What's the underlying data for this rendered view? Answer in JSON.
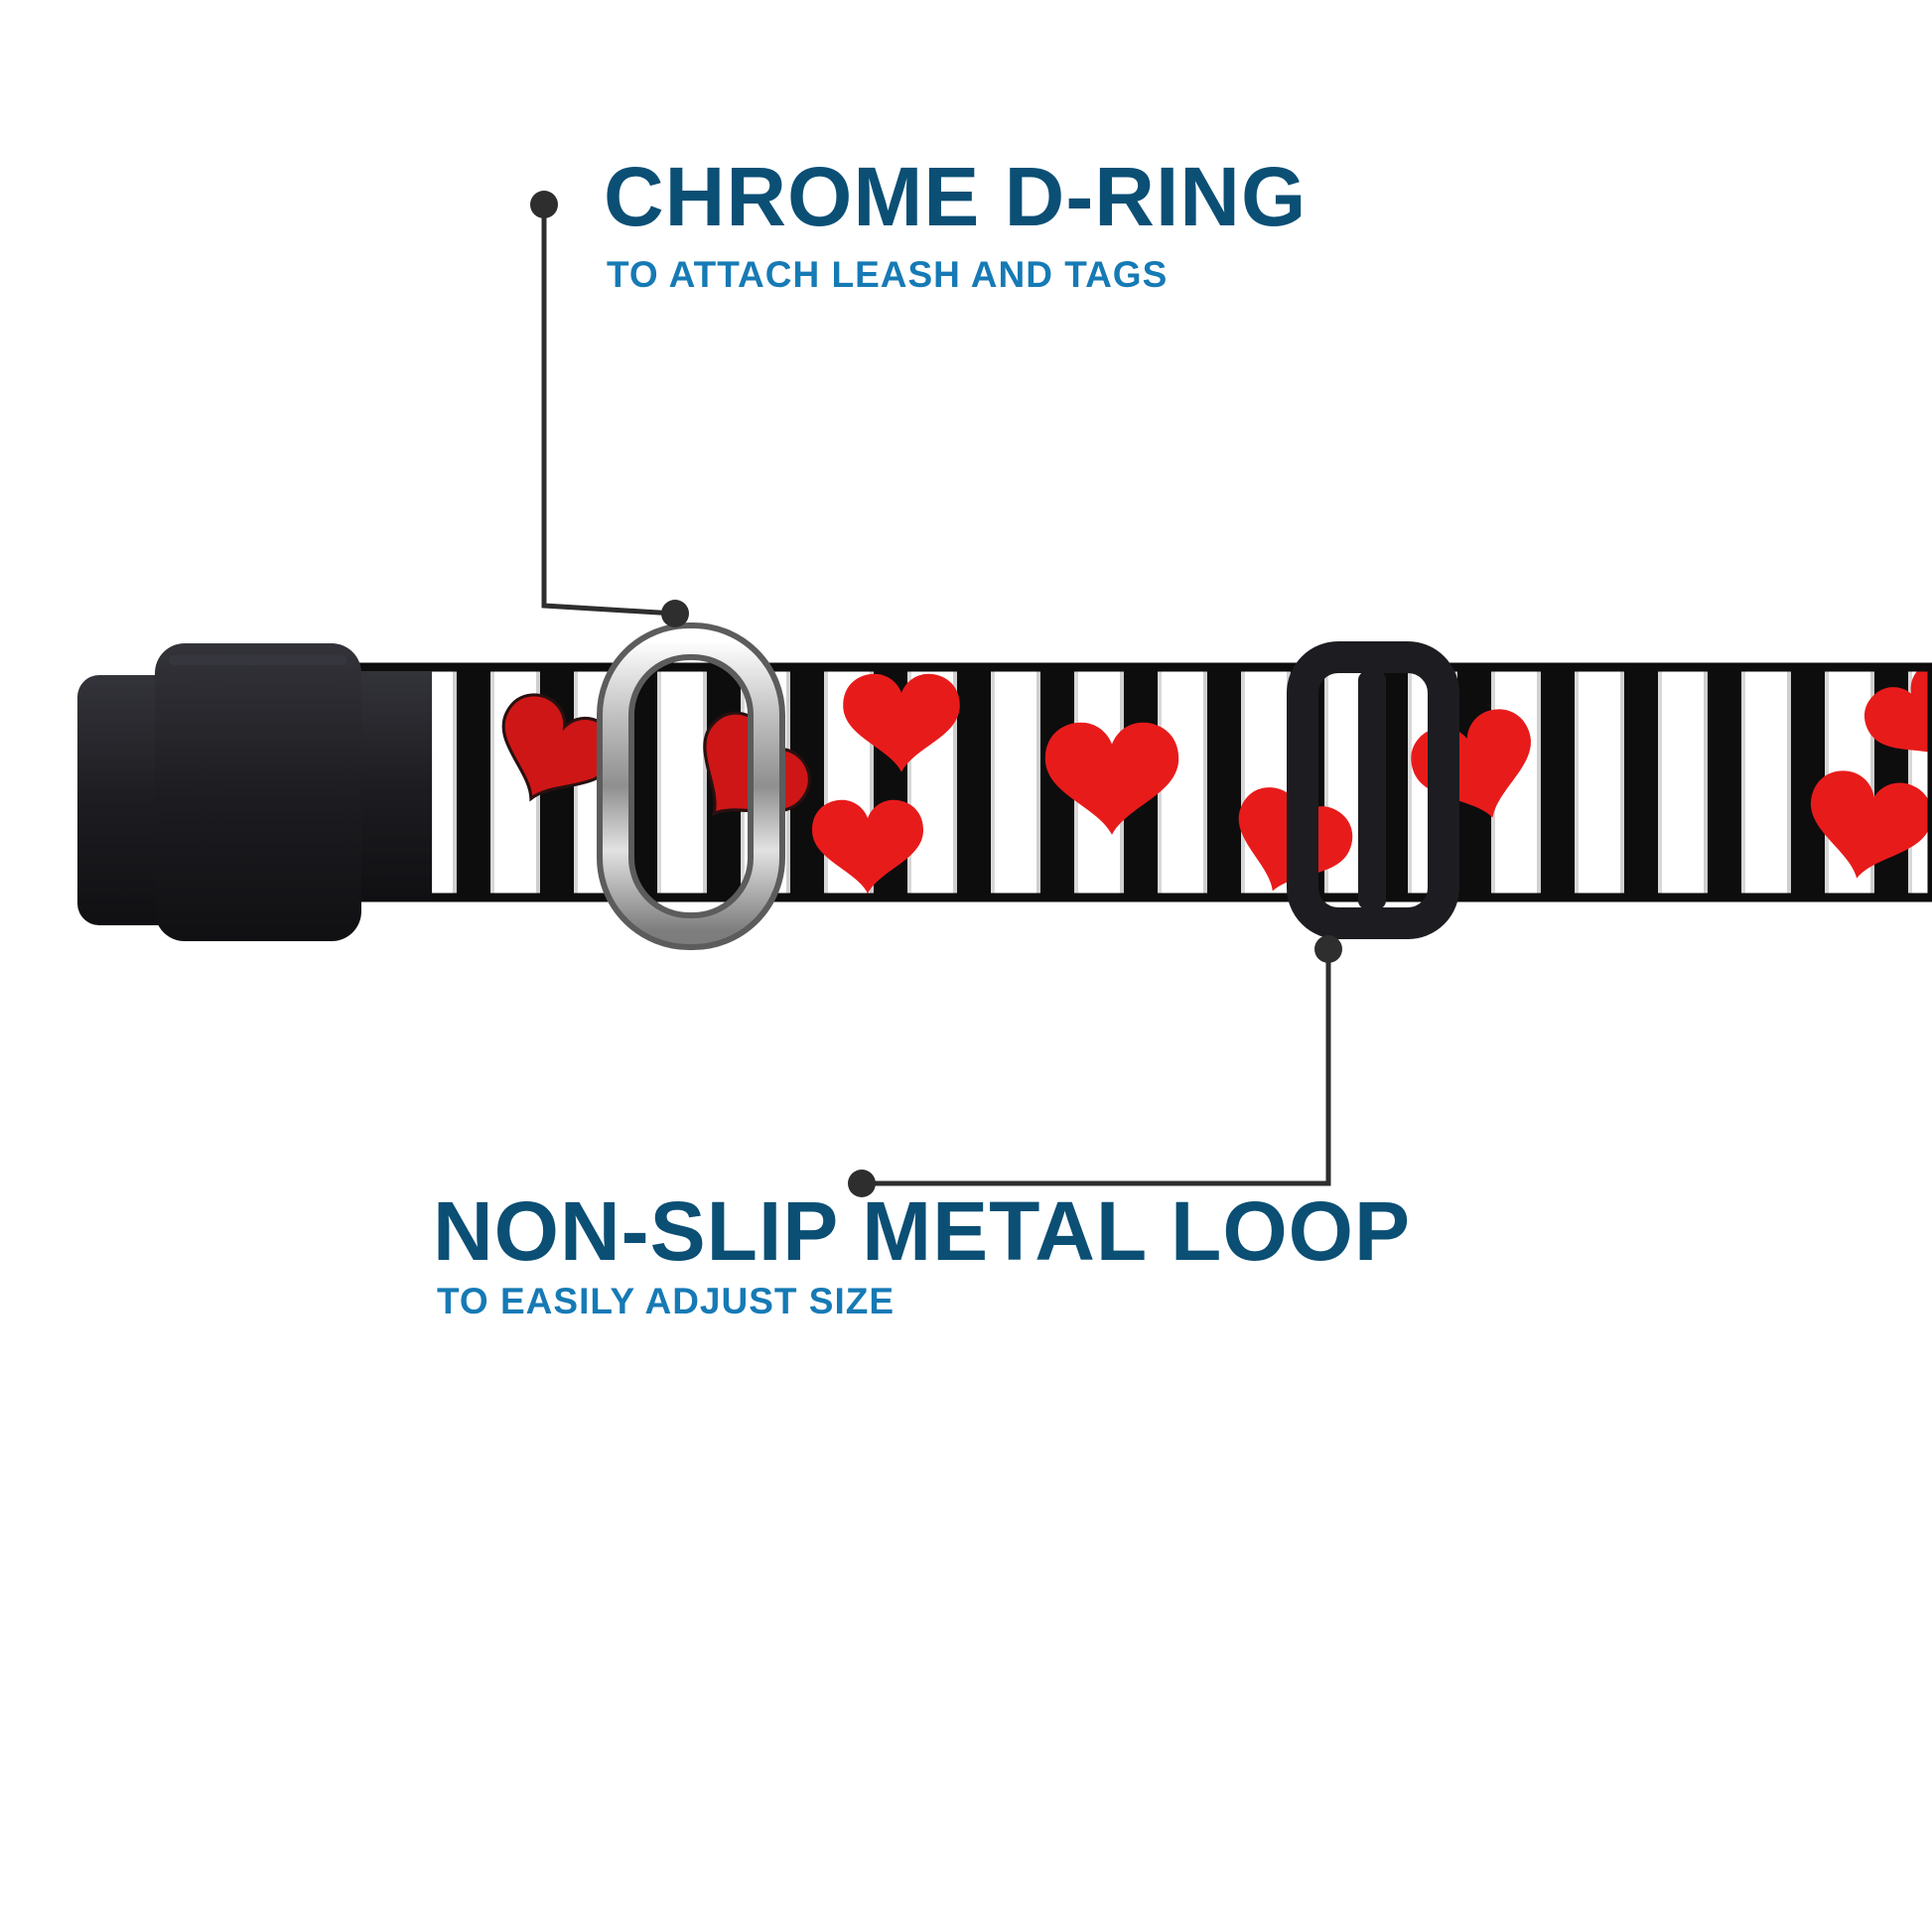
{
  "annotations": {
    "dring": {
      "title": "CHROME D-RING",
      "subtitle": "TO ATTACH LEASH AND TAGS"
    },
    "loop": {
      "title": "NON-SLIP METAL LOOP",
      "subtitle": "TO EASILY ADJUST SIZE"
    }
  },
  "colors": {
    "title": "#0b4f75",
    "subtitle": "#167ab5",
    "callout": "#2e2e2e",
    "heart": "#e81b1b",
    "heart_dark": "#cf1616",
    "strap_black": "#0d0d0d",
    "strap_white": "#ffffff",
    "buckle": "#1d1d21",
    "chrome_light": "#f4f4f4",
    "chrome_dark": "#7d7d7d"
  }
}
